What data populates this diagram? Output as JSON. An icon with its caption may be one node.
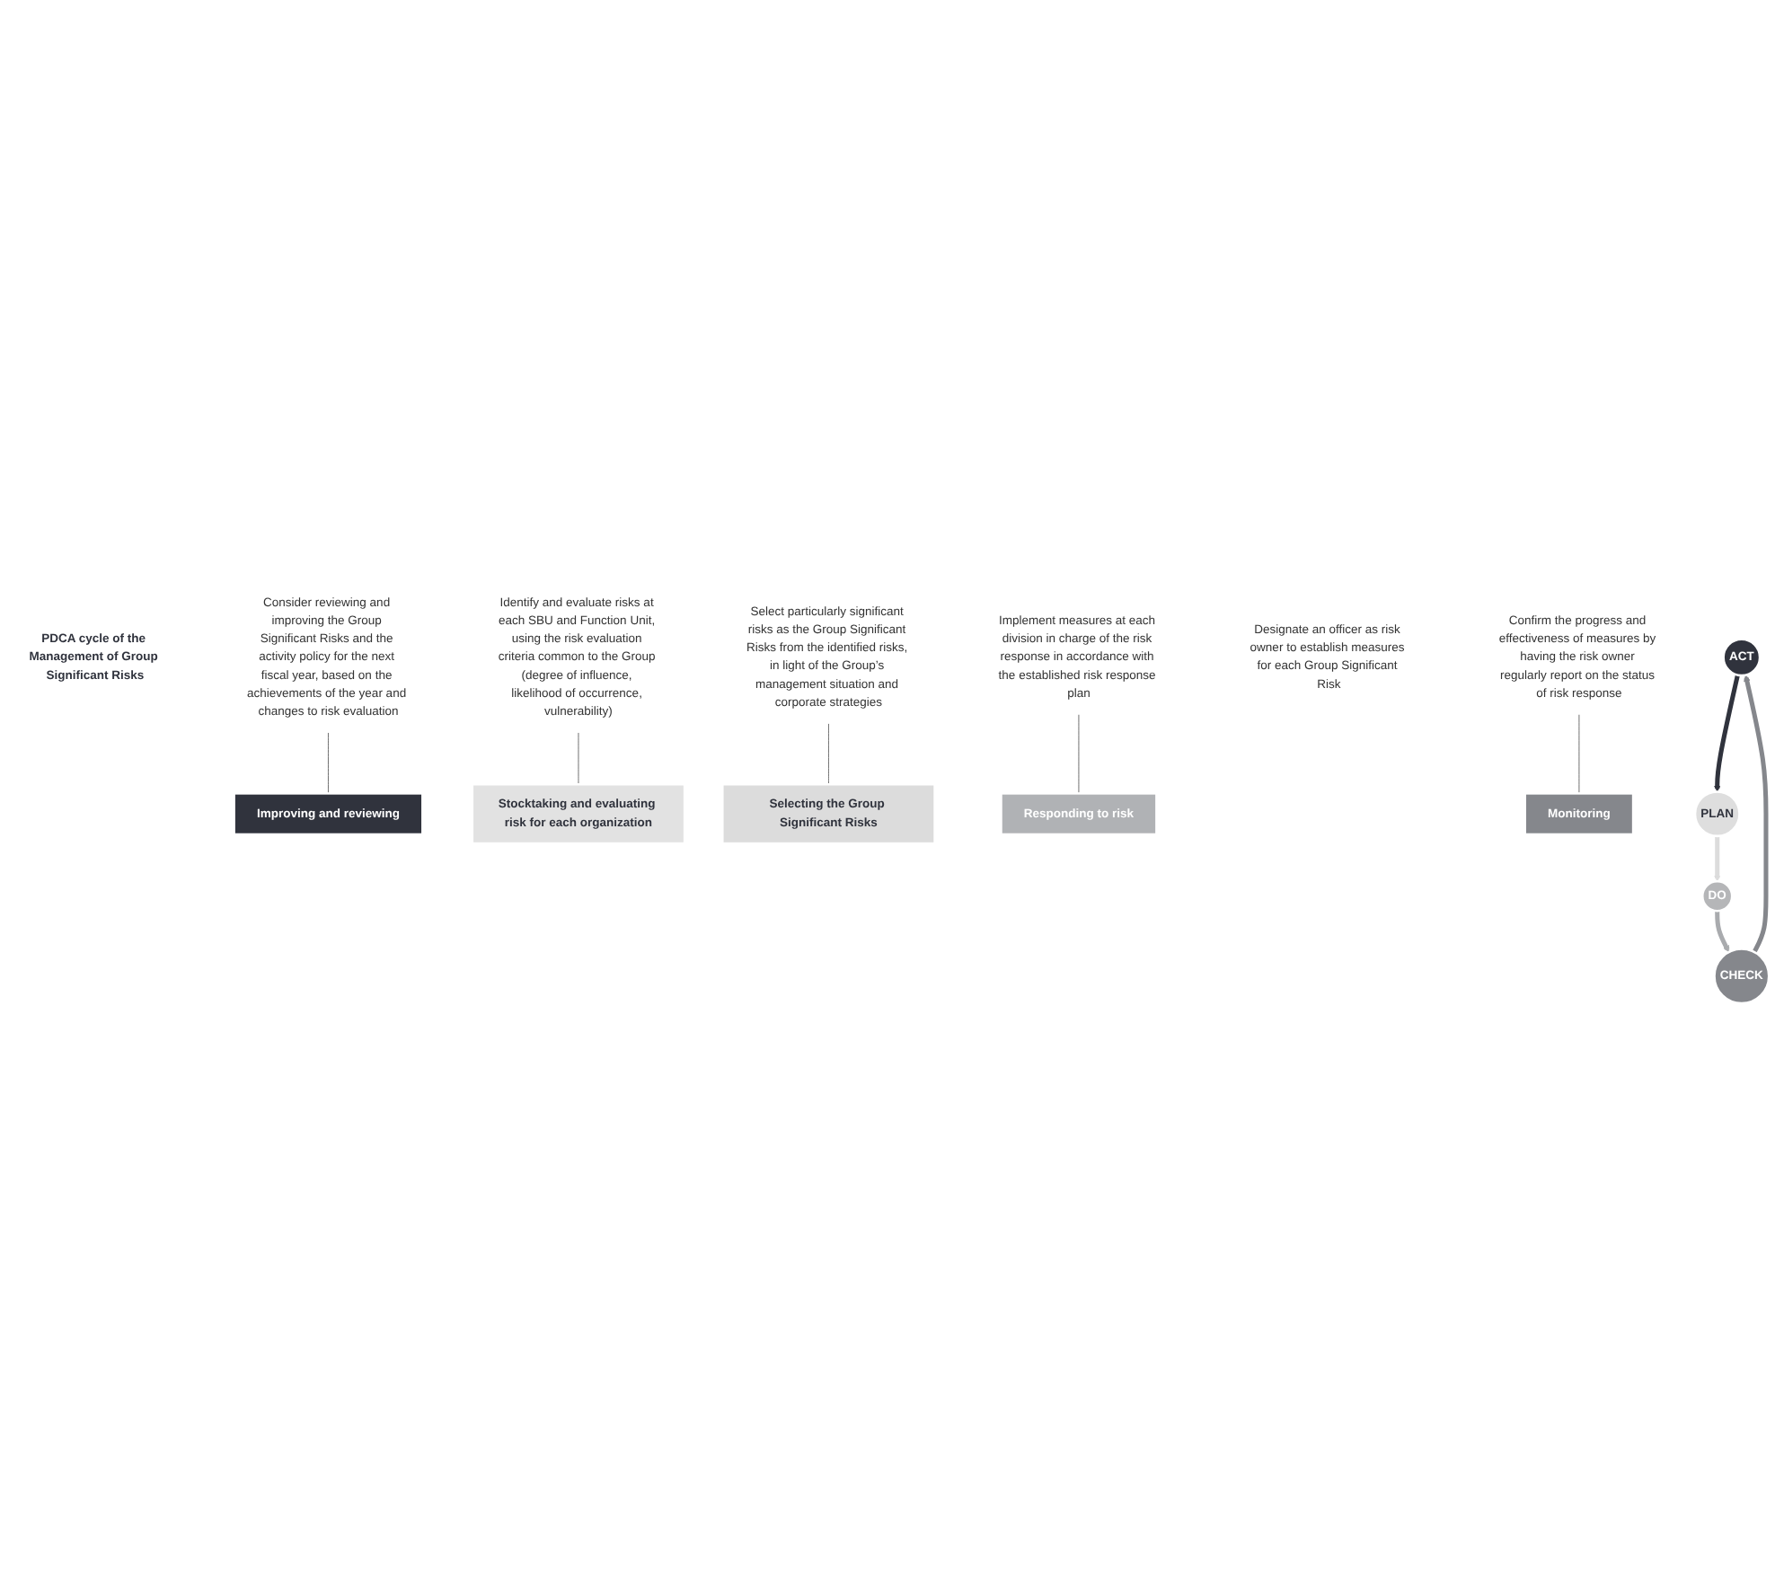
{
  "diagram": {
    "nodes": [
      {
        "text": [
          "PDCA cycle of the Management of Group Significant Risks"
        ]
      },
      {
        "text": [
          "Improving and reviewing"
        ]
      },
      {
        "text": [
          "Stocktaking and evaluating risk for each organization"
        ]
      },
      {
        "text": [
          "Selecting the Group Significant Risks"
        ]
      },
      {
        "text": [
          "Responding to risk"
        ]
      },
      {
        "text": [
          "Monitoring"
        ]
      },
      {
        "text": [
          "ACT"
        ]
      },
      {
        "text": [
          "PLAN"
        ]
      },
      {
        "text": [
          "DO"
        ]
      },
      {
        "text": [
          "CHECK"
        ]
      },
      {
        "text": [
          "Consider reviewing and improving the Group Significant Risks and the activity policy for the next fiscal year, based on the achievements of the year and changes to risk evaluation"
        ]
      },
      {
        "text": [
          "Identify and evaluate risks at each SBU and Function Unit, using the risk evaluation criteria common to the Group (degree of influence, likelihood of occurrence, vulnerability)"
        ]
      },
      {
        "text": [
          "Select particularly significant risks as the Group Significant Risks from the identified risks, in light of the Group’s management situation and corporate strategies"
        ]
      },
      {
        "text": [
          "Designate an officer as risk owner to establish measures for each Group Significant Risk"
        ]
      },
      {
        "text": [
          "Implement measures at each division in charge of the risk response in accordance with the established risk response plan"
        ]
      },
      {
        "text": [
          "Confirm the progress and effectiveness of measures by having the risk owner regularly report on the status of risk response"
        ]
      }
    ],
    "edges": [
      {
        "from": 6,
        "to": 7,
        "arrow": "to",
        "style": "thick",
        "color": "#30333d"
      },
      {
        "from": 7,
        "to": 8,
        "arrow": "to",
        "style": "thick",
        "color": "#dcdcdc"
      },
      {
        "from": 8,
        "to": 9,
        "arrow": "to",
        "style": "thick",
        "color": "#a9abae"
      },
      {
        "from": 9,
        "to": 6,
        "arrow": "to",
        "style": "thick",
        "color": "#85878c"
      },
      {
        "from": 10,
        "to": 1,
        "arrow": "none"
      },
      {
        "from": 11,
        "to": 2,
        "arrow": "none"
      },
      {
        "from": 12,
        "to": 3,
        "arrow": "none"
      },
      {
        "from": 14,
        "to": 4,
        "arrow": "none"
      },
      {
        "from": 15,
        "to": 5,
        "arrow": "none"
      }
    ]
  }
}
